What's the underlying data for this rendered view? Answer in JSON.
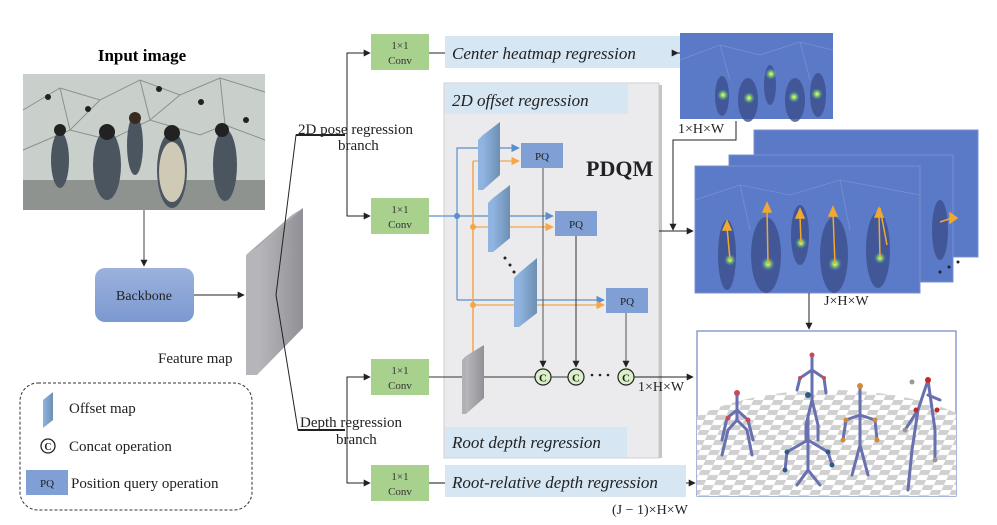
{
  "title": "Input image",
  "backbone": "Backbone",
  "feature_map": "Feature map",
  "branches": {
    "pose": "2D pose regression",
    "pose_suffix": "branch",
    "depth": "Depth regression",
    "depth_suffix": "branch"
  },
  "conv": {
    "line1": "1×1",
    "line2": "Conv"
  },
  "heads": {
    "center": "Center heatmap regression",
    "offset": "2D offset regression",
    "root_depth": "Root depth regression",
    "root_relative": "Root-relative depth regression"
  },
  "pdqm": "PDQM",
  "pq": "PQ",
  "concat": "C",
  "dims": {
    "center": "1×H×W",
    "offset": "J×H×W",
    "root": "1×H×W",
    "relative": "(J − 1)×H×W"
  },
  "legend": {
    "offset_map": "Offset map",
    "concat": "Concat operation",
    "pq_label": "PQ",
    "pq": "Position query operation",
    "concat_symbol": "C"
  },
  "colors": {
    "conv": "#a9d18e",
    "label_box": "#d6e6f3",
    "pq": "#7f9fd5",
    "blue_line": "#5b8fc9",
    "orange_line": "#f5a54a",
    "pdqm_panel": "#ebebee",
    "concat_fill": "#d9f0c8"
  }
}
